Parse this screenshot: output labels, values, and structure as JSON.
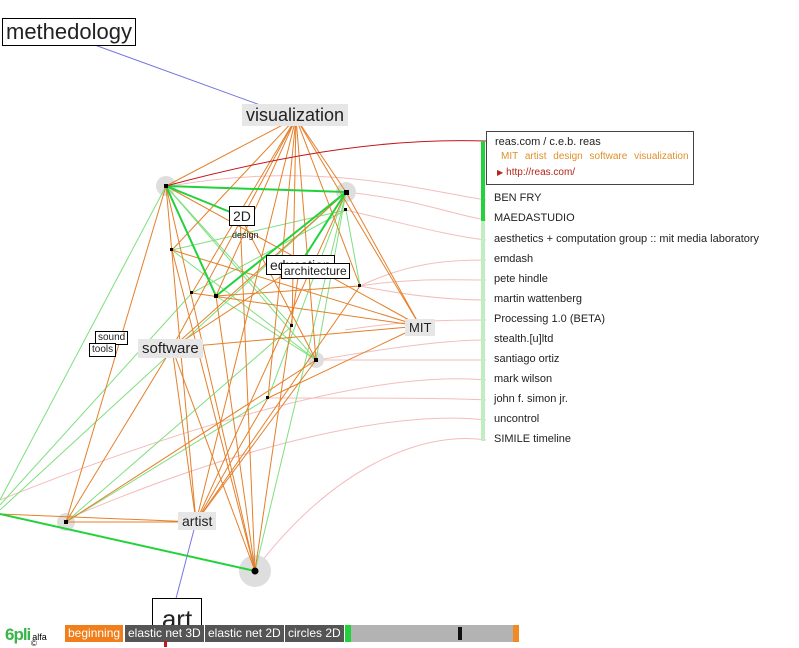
{
  "network": {
    "labels": {
      "methedology": "methedology",
      "visualization": "visualization",
      "two_d": "2D",
      "design": "design",
      "education": "education",
      "architecture": "architecture",
      "sound": "sound",
      "tools": "tools",
      "software": "software",
      "mit": "MIT",
      "artist": "artist",
      "art": "art"
    },
    "colors": {
      "orange": "#e0761e",
      "green": "#2bd23a",
      "light_green": "#8ee08e",
      "red": "#c4161c",
      "pink": "#f2b3b3",
      "blue": "#6a6ad8",
      "grey_node": "#d9d9d9"
    }
  },
  "info_box": {
    "title": "reas.com / c.e.b. reas",
    "tags": "MIT artist design software visualization",
    "url": "http://reas.com/"
  },
  "links": [
    "BEN FRY",
    "MAEDASTUDIO",
    "aesthetics + computation group :: mit media laboratory",
    "emdash",
    "pete hindle",
    "martin wattenberg",
    "Processing 1.0 (BETA)",
    "stealth.[u]ltd",
    "santiago ortiz",
    "mark wilson",
    "john f. simon jr.",
    "uncontrol",
    "SIMILE timeline"
  ],
  "toolbar": {
    "logo": "6pli",
    "logo_sub": "alfa",
    "logo_copy": "©",
    "buttons": [
      "beginning",
      "elastic net 3D",
      "elastic net 2D",
      "circles 2D"
    ],
    "active_button": "beginning",
    "scroll_position": 0.67
  }
}
